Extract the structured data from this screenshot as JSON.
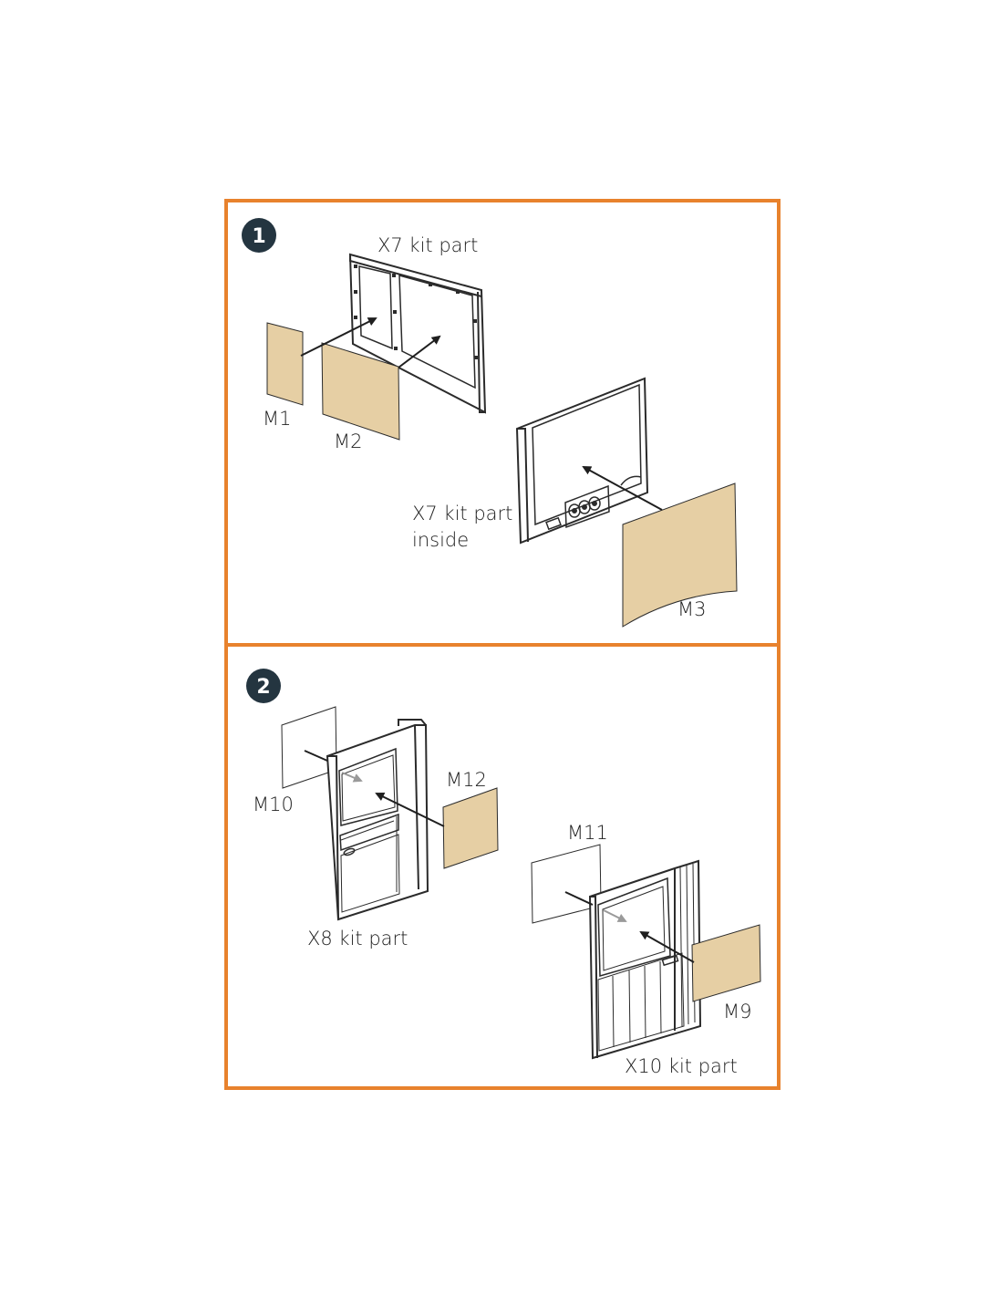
{
  "colors": {
    "frame": "#E8822D",
    "mask_fill": "#E6CFA4",
    "badge": "#243540",
    "line": "#2b2b2b"
  },
  "step1": {
    "number": "1",
    "part_label": "X7 kit part",
    "inside_label_line1": "X7 kit part",
    "inside_label_line2": "inside",
    "masks": {
      "m1": "M1",
      "m2": "M2",
      "m3": "M3"
    }
  },
  "step2": {
    "number": "2",
    "x8_label": "X8 kit part",
    "x10_label": "X10 kit part",
    "masks": {
      "m10": "M10",
      "m12": "M12",
      "m11": "M11",
      "m9": "M9"
    }
  }
}
